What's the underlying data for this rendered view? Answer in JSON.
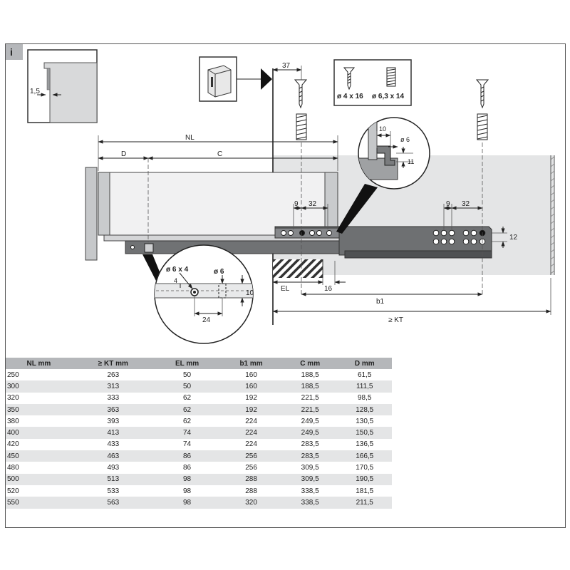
{
  "info_badge": "i",
  "detail_edge": "1,5",
  "dimensions": {
    "nl": "NL",
    "d": "D",
    "c": "C",
    "el": "EL",
    "b1": "b1",
    "kt": "≥ KT",
    "offset_37": "37",
    "h9_left": "9",
    "h32_left": "32",
    "h9_right": "9",
    "h32_right": "32",
    "h12": "12",
    "h16": "16"
  },
  "screws": {
    "first": "ø 4 x 16",
    "second": "ø 6,3 x 14"
  },
  "detail_top": {
    "d10": "10",
    "dia": "ø 6",
    "d11": "11"
  },
  "detail_bottom": {
    "hole": "ø 6 x 4",
    "dia": "ø 6",
    "d4": "4",
    "d10": "10",
    "d24": "24"
  },
  "table": {
    "headers": [
      "NL mm",
      "≥ KT mm",
      "EL mm",
      "b1 mm",
      "C mm",
      "D mm"
    ],
    "rows": [
      [
        "250",
        "263",
        "50",
        "160",
        "188,5",
        "61,5"
      ],
      [
        "300",
        "313",
        "50",
        "160",
        "188,5",
        "111,5"
      ],
      [
        "320",
        "333",
        "62",
        "192",
        "221,5",
        "98,5"
      ],
      [
        "350",
        "363",
        "62",
        "192",
        "221,5",
        "128,5"
      ],
      [
        "380",
        "393",
        "62",
        "224",
        "249,5",
        "130,5"
      ],
      [
        "400",
        "413",
        "74",
        "224",
        "249,5",
        "150,5"
      ],
      [
        "420",
        "433",
        "74",
        "224",
        "283,5",
        "136,5"
      ],
      [
        "450",
        "463",
        "86",
        "256",
        "283,5",
        "166,5"
      ],
      [
        "480",
        "493",
        "86",
        "256",
        "309,5",
        "170,5"
      ],
      [
        "500",
        "513",
        "98",
        "288",
        "309,5",
        "190,5"
      ],
      [
        "520",
        "533",
        "98",
        "288",
        "338,5",
        "181,5"
      ],
      [
        "550",
        "563",
        "98",
        "320",
        "338,5",
        "211,5"
      ]
    ]
  }
}
